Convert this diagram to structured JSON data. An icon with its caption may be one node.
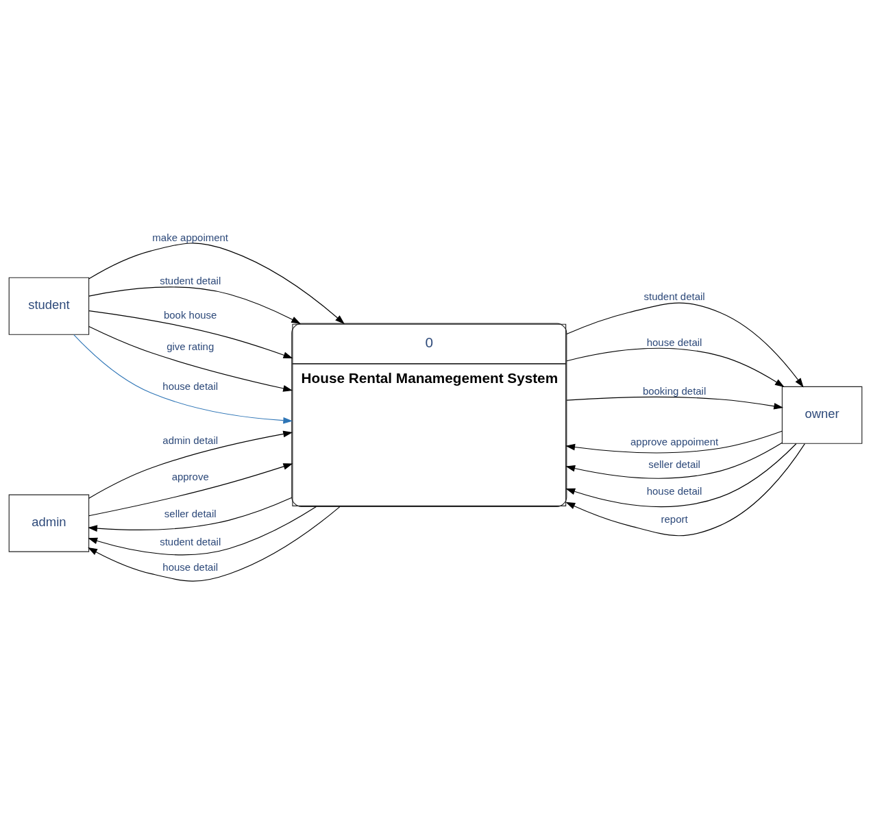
{
  "diagram": {
    "nodes": [
      {
        "text": [
          "student"
        ]
      },
      {
        "text": [
          "0",
          "House Rental Manamegement System"
        ]
      },
      {
        "text": [
          "owner"
        ]
      },
      {
        "text": [
          "admin"
        ]
      }
    ],
    "edges": [
      {
        "from": 0,
        "to": 1,
        "arrow": "to",
        "label": "make appoiment"
      },
      {
        "from": 0,
        "to": 1,
        "arrow": "to",
        "label": "student detail"
      },
      {
        "from": 0,
        "to": 1,
        "arrow": "to",
        "label": "book house"
      },
      {
        "from": 0,
        "to": 1,
        "arrow": "to",
        "label": "give rating"
      },
      {
        "from": 0,
        "to": 1,
        "arrow": "to",
        "label": "house detail",
        "color": "#2e75b6"
      },
      {
        "from": 2,
        "to": 1,
        "arrow": "to",
        "label": "approve appoiment"
      },
      {
        "from": 2,
        "to": 1,
        "arrow": "to",
        "label": "seller detail"
      },
      {
        "from": 2,
        "to": 1,
        "arrow": "to",
        "label": "house detail"
      },
      {
        "from": 2,
        "to": 1,
        "arrow": "to",
        "label": "report"
      },
      {
        "from": 3,
        "to": 1,
        "arrow": "to",
        "label": "admin detail"
      },
      {
        "from": 3,
        "to": 1,
        "arrow": "to",
        "label": "approve"
      },
      {
        "from": 1,
        "to": 3,
        "arrow": "to",
        "label": "seller detail"
      },
      {
        "from": 1,
        "to": 3,
        "arrow": "to",
        "label": "student detail"
      },
      {
        "from": 1,
        "to": 3,
        "arrow": "to",
        "label": "house detail"
      },
      {
        "from": 1,
        "to": 2,
        "arrow": "to",
        "label": "student detail"
      },
      {
        "from": 1,
        "to": 2,
        "arrow": "to",
        "label": "house detail"
      },
      {
        "from": 1,
        "to": 2,
        "arrow": "to",
        "label": "booking detail"
      }
    ]
  }
}
